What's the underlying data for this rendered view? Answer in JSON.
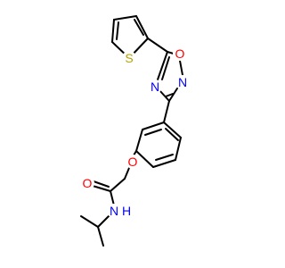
{
  "molecule": {
    "atoms": {
      "S": "S",
      "O_ring": "O",
      "N_top": "N",
      "N_left": "N",
      "O_ether": "O",
      "O_carbonyl": "O",
      "NH": "N",
      "H": "H"
    },
    "colors": {
      "bond": "#000000",
      "S": "#b8a000",
      "O": "#ff0000",
      "N": "#0000ff"
    }
  }
}
